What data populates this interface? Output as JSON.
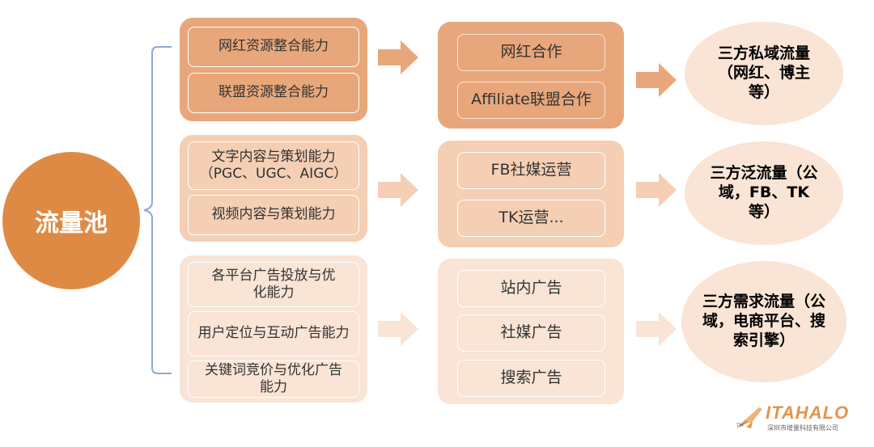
{
  "root": {
    "label": "流量池"
  },
  "groups": [
    {
      "capabilities": [
        "网红资源整合能力",
        "联盟资源整合能力"
      ],
      "channels": [
        "网红合作",
        "Affiliate联盟合作"
      ],
      "traffic": "三方私域流量（网红、博主等）"
    },
    {
      "capabilities": [
        "文字内容与策划能力（PGC、UGC、AIGC）",
        "视频内容与策划能力"
      ],
      "channels": [
        "FB社媒运营",
        "TK运营..."
      ],
      "traffic": "三方泛流量（公域，FB、TK等）"
    },
    {
      "capabilities": [
        "各平台广告投放与优化能力",
        "用户定位与互动广告能力",
        "关键词竞价与优化广告能力"
      ],
      "channels": [
        "站内广告",
        "社媒广告",
        "搜索广告"
      ],
      "traffic": "三方需求流量（公域，电商平台、搜索引擎）"
    }
  ],
  "logo": {
    "name": "ITAHALO",
    "tm": "TM",
    "company": "深圳市增量科技有限公司"
  },
  "colors": {
    "root": "#df8a44",
    "tier1": "#e8a77a",
    "tier2": "#f4cfb3",
    "tier3": "#f9e4d5",
    "arrow1": "#e8a77a",
    "arrow2": "#f4cfb3",
    "arrow3": "#f9e4d5"
  }
}
